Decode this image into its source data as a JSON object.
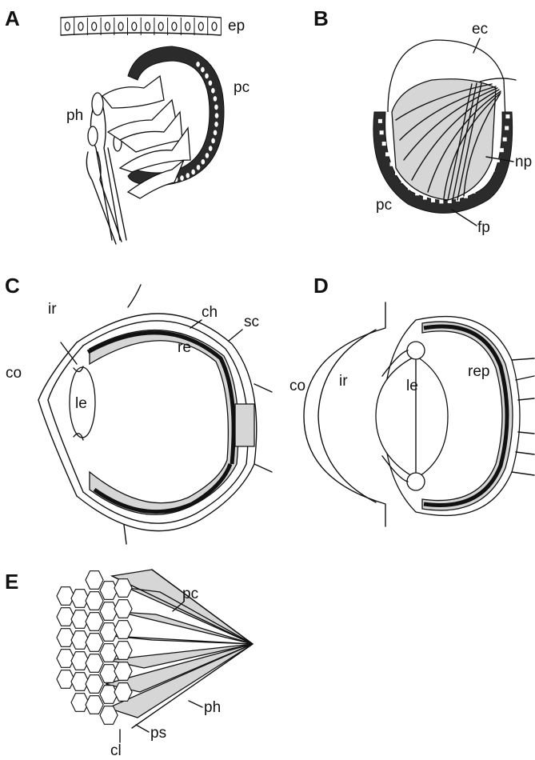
{
  "panels": {
    "A": {
      "letter": "A",
      "labels": {
        "ep": "ep",
        "pc": "pc",
        "ph": "ph"
      }
    },
    "B": {
      "letter": "B",
      "labels": {
        "ec": "ec",
        "np": "np",
        "pc": "pc",
        "fp": "fp"
      }
    },
    "C": {
      "letter": "C",
      "labels": {
        "ir": "ir",
        "co": "co",
        "le": "le",
        "ch": "ch",
        "sc": "sc",
        "re": "re"
      }
    },
    "D": {
      "letter": "D",
      "labels": {
        "co": "co",
        "ir": "ir",
        "le": "le",
        "rep": "rep"
      }
    },
    "E": {
      "letter": "E",
      "labels": {
        "pc": "pc",
        "ph": "ph",
        "ps": "ps",
        "cl": "cl"
      }
    }
  },
  "colors": {
    "ink": "#111111",
    "pigment": "#2b2b2b",
    "shade": "#d6d6d6",
    "background": "#ffffff"
  }
}
